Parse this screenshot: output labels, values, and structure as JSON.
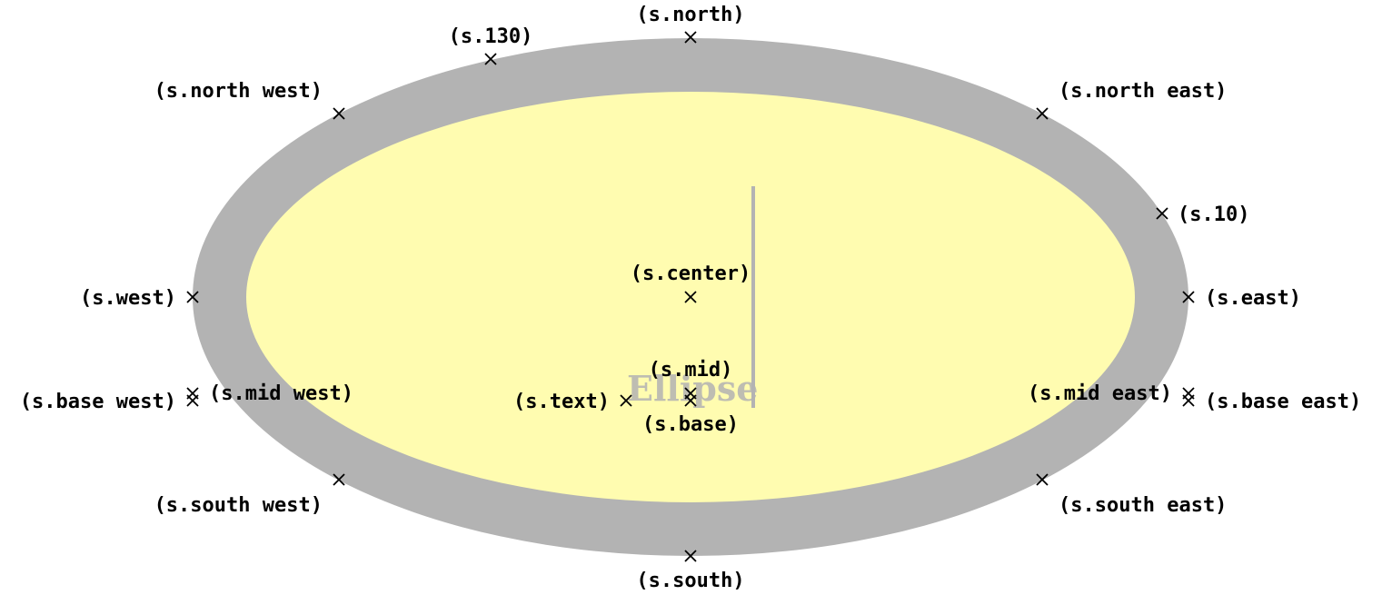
{
  "diagram": {
    "node_text": "Ellipse",
    "colors": {
      "outer_ring": "#b3b3b3",
      "inner_fill": "#fffcb0",
      "node_text": "#b3b3b3",
      "markers": "#000000"
    },
    "anchors": {
      "north": "(s.north)",
      "a130": "(s.130)",
      "north_west": "(s.north west)",
      "north_east": "(s.north east)",
      "a10": "(s.10)",
      "west": "(s.west)",
      "east": "(s.east)",
      "center": "(s.center)",
      "mid": "(s.mid)",
      "text": "(s.text)",
      "base": "(s.base)",
      "base_west": "(s.base west)",
      "mid_west": "(s.mid west)",
      "mid_east": "(s.mid east)",
      "base_east": "(s.base east)",
      "south_west": "(s.south west)",
      "south_east": "(s.south east)",
      "south": "(s.south)"
    }
  }
}
